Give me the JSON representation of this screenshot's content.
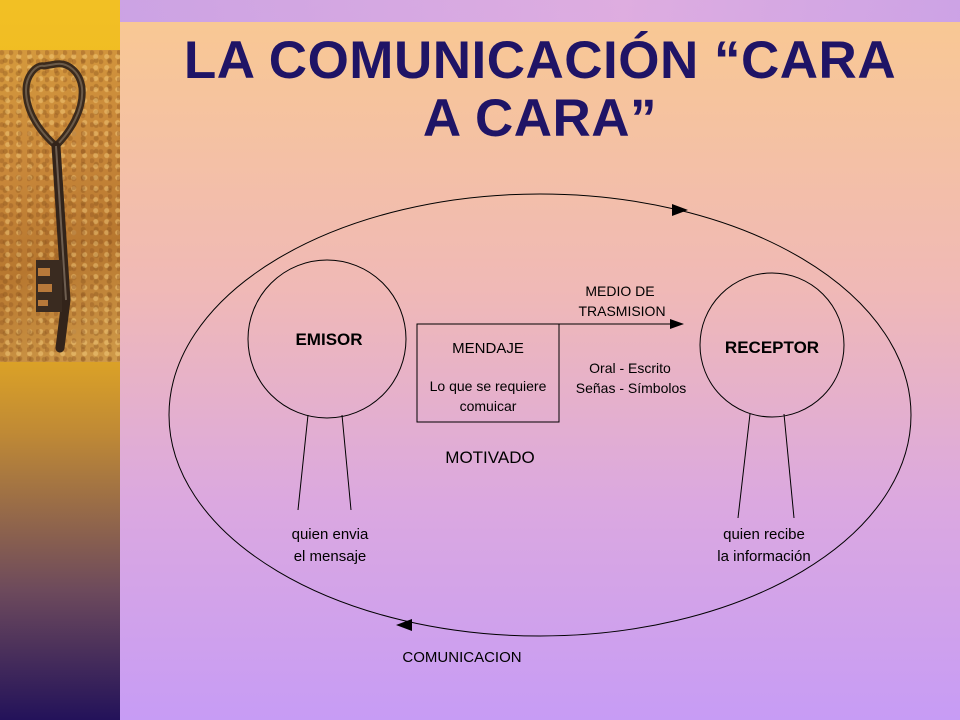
{
  "slide": {
    "title_line1": "LA COMUNICACIÓN “CARA",
    "title_line2": "A CARA”"
  },
  "diagram": {
    "emisor": "EMISOR",
    "receptor": "RECEPTOR",
    "message_box": {
      "title": "MENDAJE",
      "line1": "Lo que se requiere",
      "line2": "comuicar"
    },
    "medium": {
      "line1": "MEDIO DE",
      "line2": "TRASMISION",
      "type1": "Oral - Escrito",
      "type2": "Señas - Símbolos"
    },
    "motivado": "MOTIVADO",
    "emisor_desc": {
      "line1": "quien envia",
      "line2": "el mensaje"
    },
    "receptor_desc": {
      "line1": "quien recibe",
      "line2": "la información"
    },
    "cycle_label": "COMUNICACION"
  },
  "colors": {
    "title": "#1f1466",
    "sidebar_top": "#f2c024",
    "sidebar_bottom": "#23125a"
  },
  "icons": [
    "key-photo"
  ]
}
